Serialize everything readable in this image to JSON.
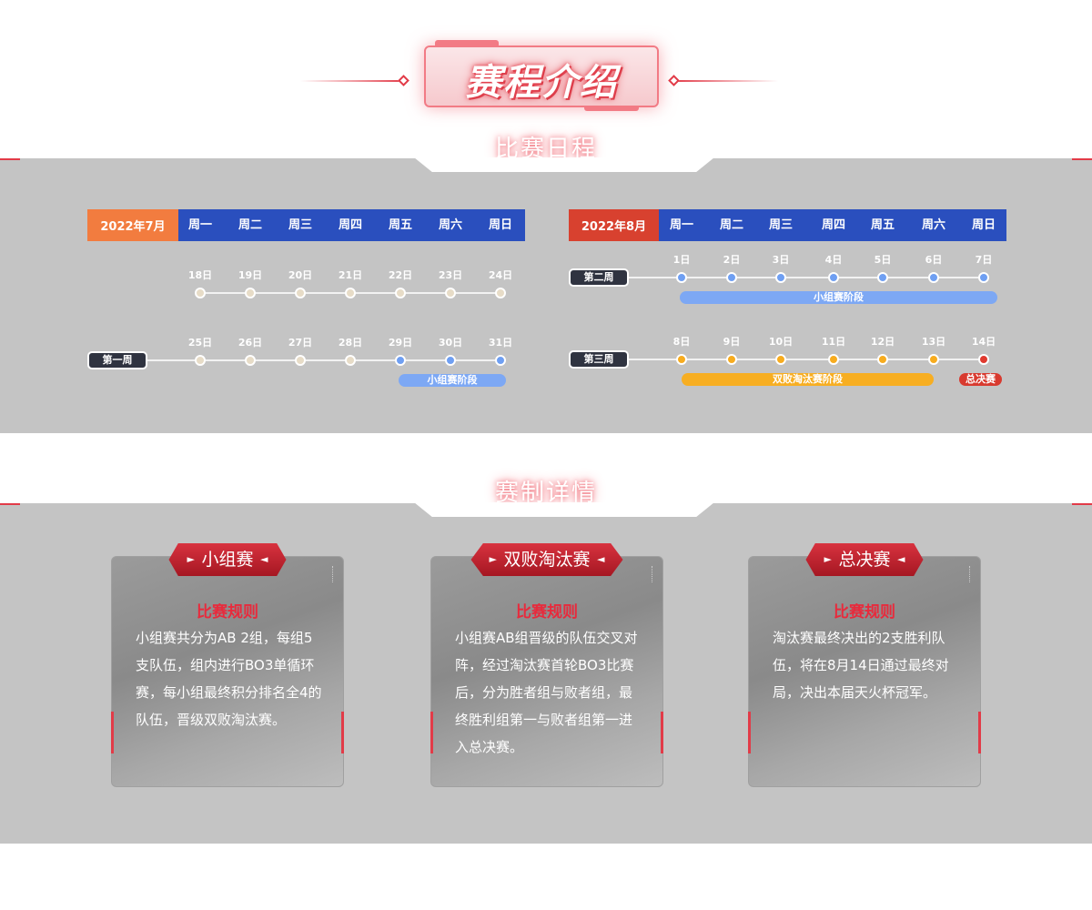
{
  "header": {
    "title": "赛程介绍"
  },
  "schedule": {
    "section_title": "比赛日程",
    "weekdays": [
      "周一",
      "周二",
      "周三",
      "周四",
      "周五",
      "周六",
      "周日"
    ],
    "july": {
      "month_label": "2022年7月",
      "row1_dates": [
        "18日",
        "19日",
        "20日",
        "21日",
        "22日",
        "23日",
        "24日"
      ],
      "row2_label": "第一周",
      "row2_dates": [
        "25日",
        "26日",
        "27日",
        "28日",
        "29日",
        "30日",
        "31日"
      ],
      "phase_label": "小组赛阶段"
    },
    "august": {
      "month_label": "2022年8月",
      "row1_label": "第二周",
      "row1_dates": [
        "1日",
        "2日",
        "3日",
        "4日",
        "5日",
        "6日",
        "7日"
      ],
      "row1_phase": "小组赛阶段",
      "row2_label": "第三周",
      "row2_dates": [
        "8日",
        "9日",
        "10日",
        "11日",
        "12日",
        "13日",
        "14日"
      ],
      "row2_phase": "双败淘汰赛阶段",
      "final_label": "总决赛"
    },
    "colors": {
      "neutral_dot": "#e7dcc7",
      "group_dot": "#6f9ff2",
      "knockout_dot": "#f7ac1f",
      "final_dot": "#e03a2f",
      "group_bar": "#7da8f4",
      "knockout_bar": "#f7ae22",
      "final_bar": "#d83a2f"
    }
  },
  "format": {
    "section_title": "赛制详情",
    "cards": [
      {
        "tab": "小组赛",
        "rule_title": "比赛规则",
        "text": "小组赛共分为AB 2组，每组5支队伍，组内进行BO3单循环赛，每小组最终积分排名全4的队伍，晋级双败淘汰赛。"
      },
      {
        "tab": "双败淘汰赛",
        "rule_title": "比赛规则",
        "text": "小组赛AB组晋级的队伍交叉对阵，经过淘汰赛首轮BO3比赛后，分为胜者组与败者组，最终胜利组第一与败者组第一进入总决赛。"
      },
      {
        "tab": "总决赛",
        "rule_title": "比赛规则",
        "text": "淘汰赛最终决出的2支胜利队伍，将在8月14日通过最终对局，决出本届天火杯冠军。"
      }
    ]
  }
}
